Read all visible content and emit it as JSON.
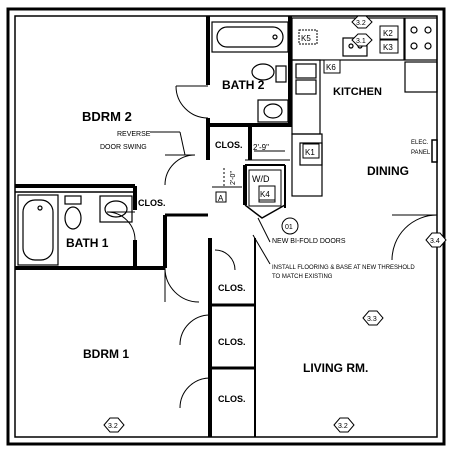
{
  "rooms": {
    "bdrm2": "BDRM 2",
    "bath2": "BATH 2",
    "kitchen": "KITCHEN",
    "dining": "DINING",
    "bath1": "BATH 1",
    "bdrm1": "BDRM 1",
    "living": "LIVING RM."
  },
  "closets": {
    "clos_bath2": "CLOS.",
    "clos_bath1": "CLOS.",
    "clos_hall1": "CLOS.",
    "clos_hall2": "CLOS.",
    "clos_hall3": "CLOS."
  },
  "notes": {
    "reverse_line1": "REVERSE",
    "reverse_line2": "DOOR SWING",
    "elec_line1": "ELEC.",
    "elec_line2": "PANEL",
    "bifold": "NEW BI-FOLD DOORS",
    "flooring_line1": "INSTALL FLOORING & BASE AT NEW THRESHOLD",
    "flooring_line2": "TO MATCH EXISTING",
    "dimension_width": "2'-9\"",
    "dimension_depth": "2'-0\"",
    "wd": "W/D",
    "tag_a": "A"
  },
  "tags": {
    "k1": "K1",
    "k2": "K2",
    "k3": "K3",
    "k4": "K4",
    "k5": "K5",
    "k6": "K6",
    "detail": "01"
  },
  "markers": {
    "top_a": "3.2",
    "top_b": "3.1",
    "right": "3.4",
    "living": "3.3",
    "bottom_left": "3.2",
    "bottom_right": "3.2"
  }
}
